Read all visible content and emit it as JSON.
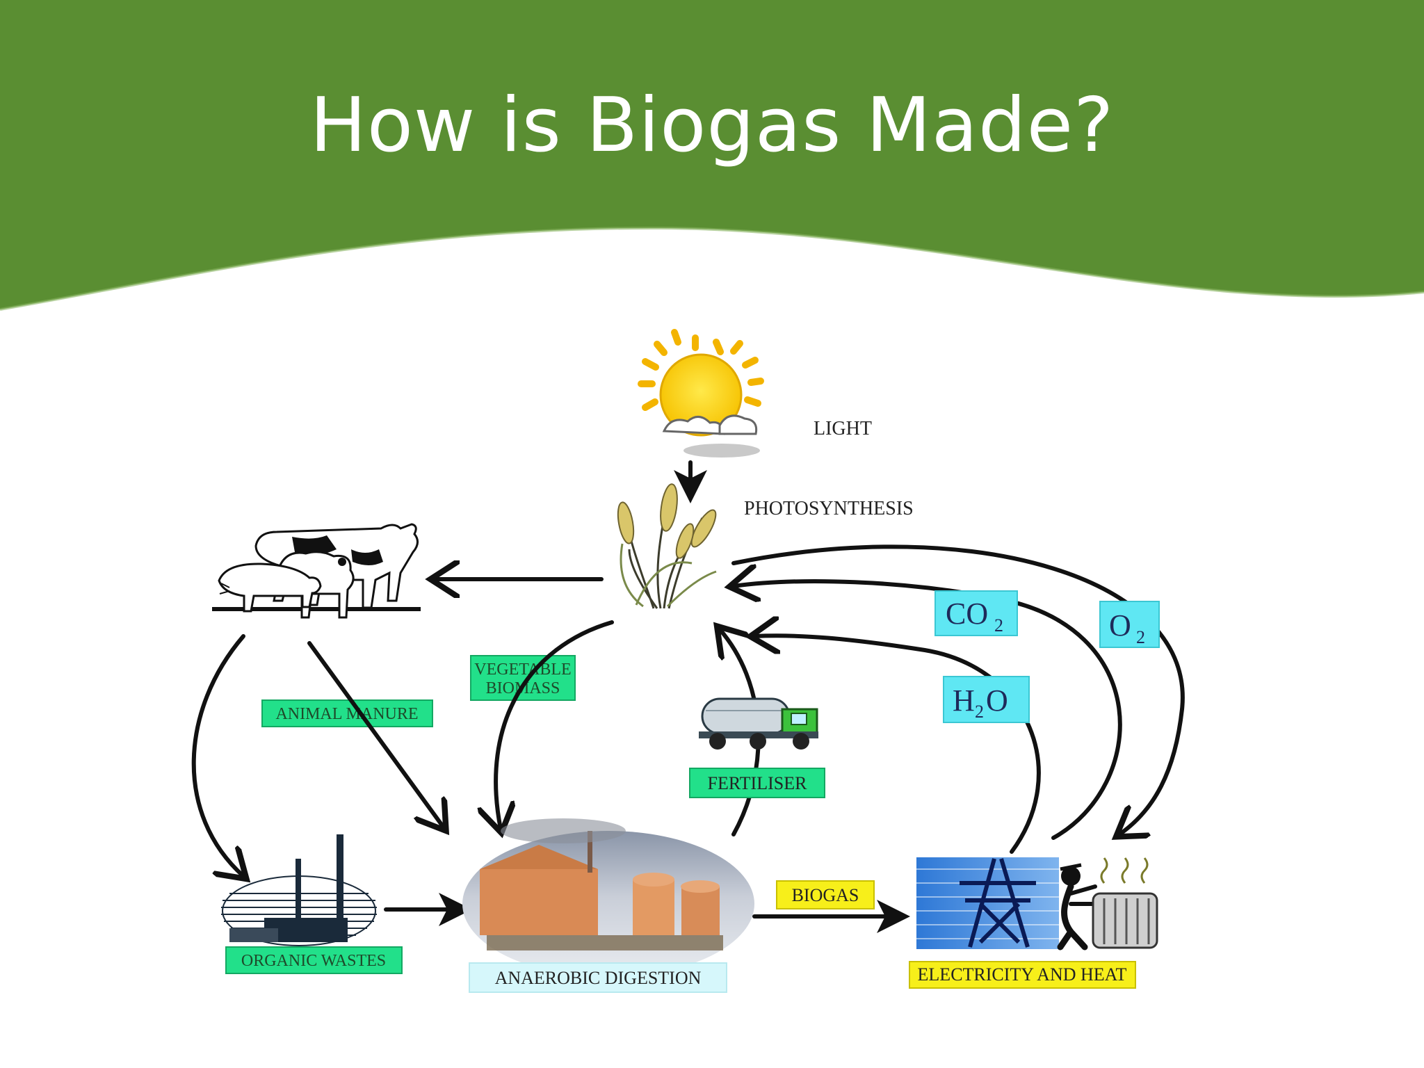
{
  "slide": {
    "title": "How is Biogas Made?",
    "header_color": "#5a8e32"
  },
  "diagram": {
    "labels": {
      "light": "LIGHT",
      "photosynthesis": "PHOTOSYNTHESIS",
      "animal_manure": "ANIMAL MANURE",
      "vegetable_biomass_line1": "VEGETABLE",
      "vegetable_biomass_line2": "BIOMASS",
      "fertiliser": "FERTILISER",
      "organic_wastes": "ORGANIC WASTES",
      "anaerobic_digestion": "ANAEROBIC DIGESTION",
      "biogas": "BIOGAS",
      "electricity_and_heat": "ELECTRICITY AND HEAT"
    },
    "chemicals": {
      "co2_base": "CO",
      "co2_sub": "2",
      "o2_base": "O",
      "o2_sub": "2",
      "h2o_h": "H",
      "h2o_sub": "2",
      "h2o_o": "O"
    },
    "colors": {
      "green_label_box": "#22e08a",
      "yellow_label_box": "#f7ef1a",
      "cyan_label_box": "#5fe7f3",
      "light_cyan_label_box": "#d6f7fb"
    },
    "illustrations": [
      "sun-icon",
      "wheat-icon",
      "farm-animals-icon",
      "factory-icon",
      "digestion-plant-image",
      "tanker-truck-icon",
      "power-pylon-icon",
      "person-heater-icon"
    ]
  }
}
